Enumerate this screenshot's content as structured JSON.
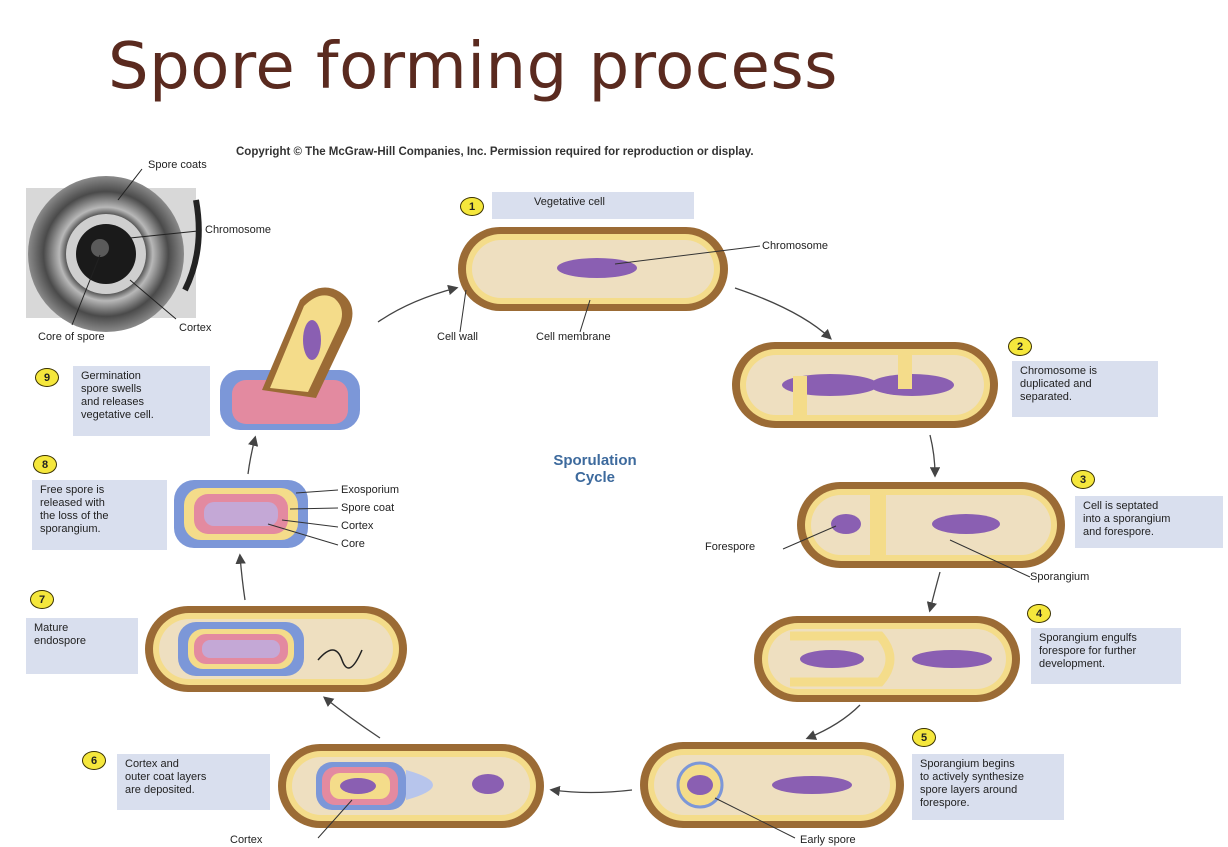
{
  "title": "Spore forming process",
  "copyright": "Copyright © The McGraw-Hill Companies, Inc. Permission required for reproduction or display.",
  "cycle_label": "Sporulation\nCycle",
  "micrograph": {
    "labels": {
      "spore_coats": "Spore coats",
      "chromosome": "Chromosome",
      "core_of_spore": "Core of spore",
      "cortex": "Cortex"
    }
  },
  "steps": [
    {
      "number": "1",
      "text": "Vegetative cell"
    },
    {
      "number": "2",
      "text": "Chromosome is\nduplicated and\nseparated."
    },
    {
      "number": "3",
      "text": "Cell is septated\ninto a sporangium\nand forespore."
    },
    {
      "number": "4",
      "text": "Sporangium engulfs\nforespore for further\ndevelopment."
    },
    {
      "number": "5",
      "text": "Sporangium begins\nto actively synthesize\nspore layers around\nforespore."
    },
    {
      "number": "6",
      "text": "Cortex and\nouter coat layers\nare deposited."
    },
    {
      "number": "7",
      "text": "Mature\nendospore"
    },
    {
      "number": "8",
      "text": "Free spore is\nreleased with\nthe loss of the\nsporangium."
    },
    {
      "number": "9",
      "text": "Germination\nspore swells\nand releases\nvegetative cell."
    }
  ],
  "labels": {
    "chromosome": "Chromosome",
    "cell_wall": "Cell wall",
    "cell_membrane": "Cell membrane",
    "forespore": "Forespore",
    "sporangium": "Sporangium",
    "exosporium": "Exosporium",
    "spore_coat": "Spore coat",
    "cortex": "Cortex",
    "core": "Core",
    "cortex_bottom": "Cortex",
    "early_spore": "Early spore"
  },
  "colors": {
    "title": "#5a2a1f",
    "caption_box": "#d9dfee",
    "step_badge": "#f5e73c",
    "cell_wall": "#9b6b35",
    "cell_membrane": "#f4dc8a",
    "cytoplasm": "#eedfc0",
    "chromosome": "#8a5fb2",
    "spore_coat": "#7c97d8",
    "cortex": "#e38aa0",
    "cycle_label": "#3d6a9d"
  }
}
